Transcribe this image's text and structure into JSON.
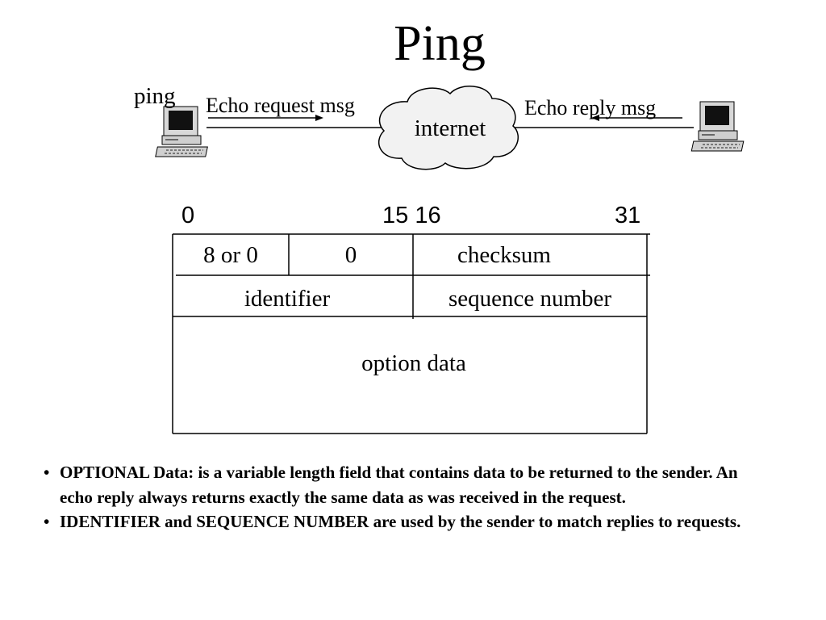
{
  "title": "Ping",
  "network": {
    "sender_label": "ping",
    "request_label": "Echo request msg",
    "reply_label": "Echo reply msg",
    "cloud_label": "internet",
    "icons": [
      "computer-icon",
      "computer-icon",
      "cloud-icon"
    ]
  },
  "header_format": {
    "bit_markers": [
      "0",
      "15 16",
      "31"
    ],
    "row1": {
      "type": "8 or 0",
      "code": "0",
      "checksum": "checksum"
    },
    "row2": {
      "identifier": "identifier",
      "sequence": "sequence number"
    },
    "row3": {
      "data": "option data"
    }
  },
  "notes": [
    "OPTIONAL Data: is a variable length field that contains data to be returned to the sender. An echo reply always returns exactly the same data as was received in the request.",
    "IDENTIFIER and SEQUENCE NUMBER are used by the sender to match replies to requests."
  ]
}
